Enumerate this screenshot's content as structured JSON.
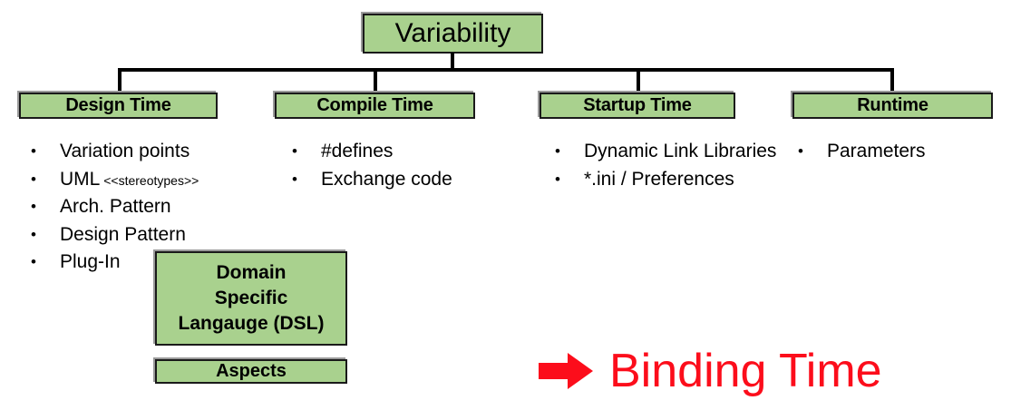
{
  "diagram": {
    "root": {
      "label": "Variability"
    },
    "colors": {
      "box_fill": "#a9d18e",
      "box_border": "#1a1a1a",
      "accent_red": "#fc0d1b",
      "text": "#000000",
      "background": "#ffffff"
    },
    "tiers": [
      {
        "key": "design_time",
        "label": "Design Time",
        "items": [
          {
            "text": "Variation points"
          },
          {
            "text": "UML",
            "small_suffix": " <<stereotypes>>"
          },
          {
            "text": "Arch. Pattern"
          },
          {
            "text": "Design Pattern"
          },
          {
            "text": "Plug-In"
          }
        ]
      },
      {
        "key": "compile_time",
        "label": "Compile Time",
        "items": [
          {
            "text": "#defines"
          },
          {
            "text": "Exchange code"
          }
        ]
      },
      {
        "key": "startup_time",
        "label": "Startup Time",
        "items": [
          {
            "text": "Dynamic Link Libraries"
          },
          {
            "text": "*.ini / Preferences"
          }
        ]
      },
      {
        "key": "runtime",
        "label": "Runtime",
        "items": [
          {
            "text": "Parameters"
          }
        ]
      }
    ],
    "extra_boxes": [
      {
        "key": "dsl",
        "lines": [
          "Domain",
          "Specific",
          "Langauge (DSL)"
        ]
      },
      {
        "key": "aspects",
        "label": "Aspects"
      }
    ],
    "callout": {
      "arrow_icon": "right-arrow-icon",
      "arrow_glyph": "➔",
      "label": "Binding Time"
    },
    "bullet_glyph": "•"
  }
}
